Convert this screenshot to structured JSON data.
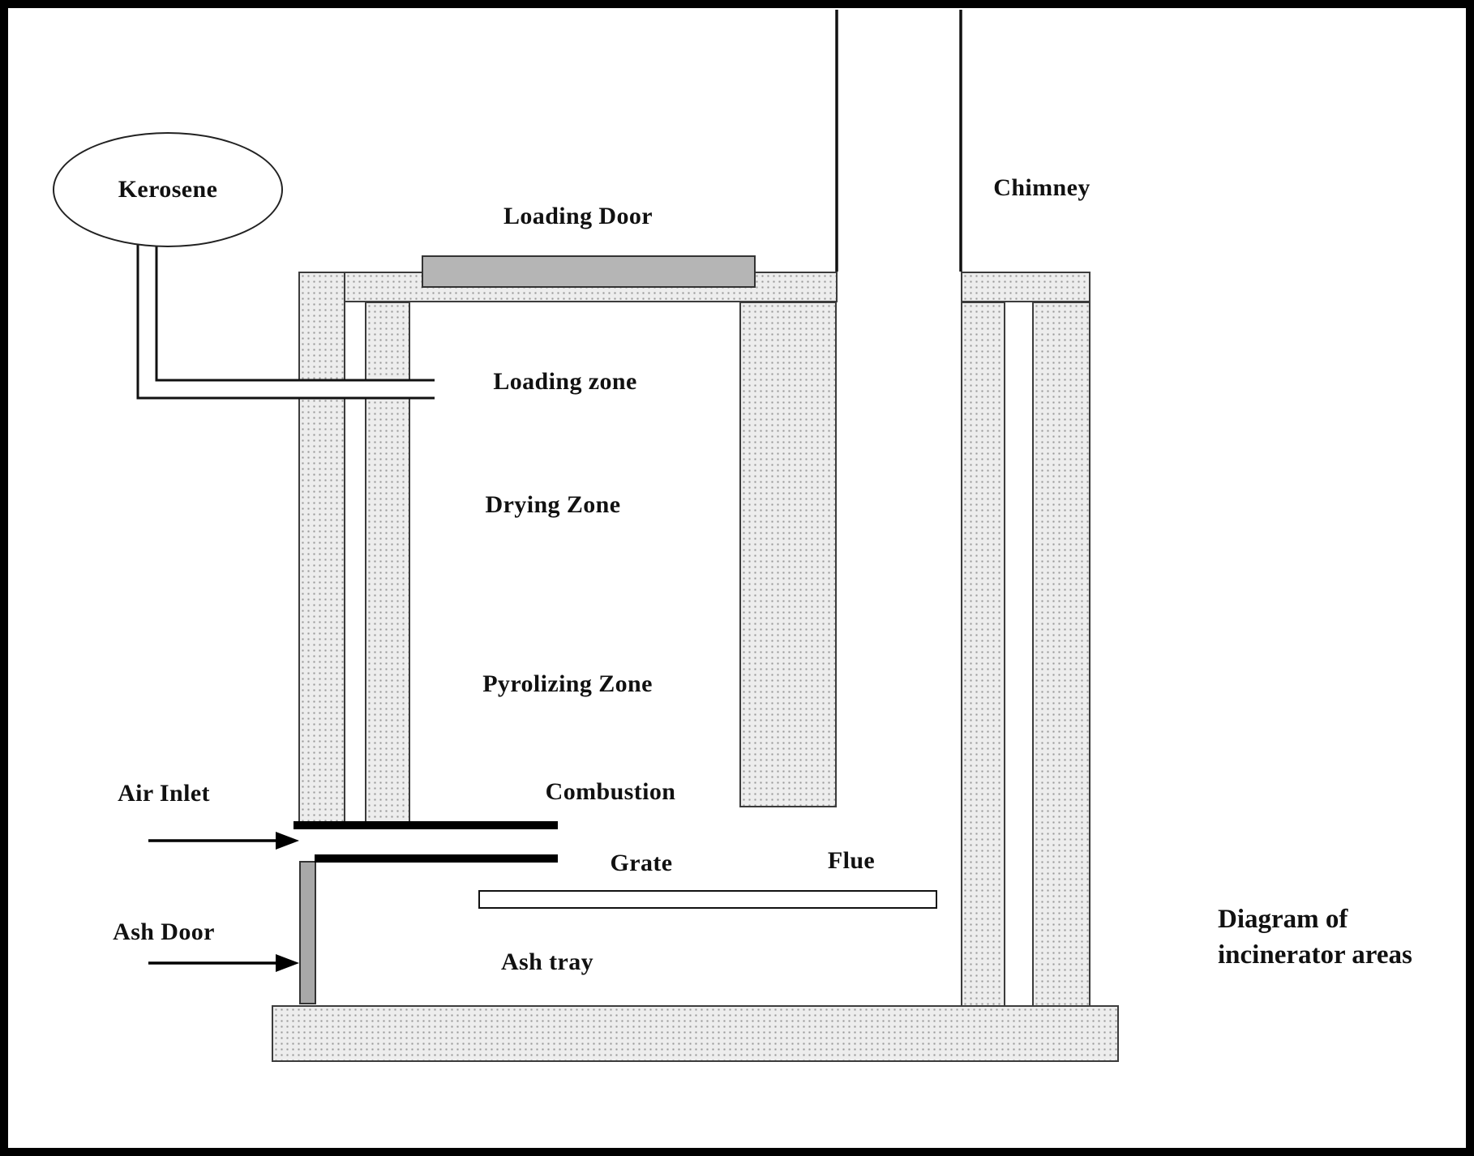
{
  "diagram": {
    "labels": {
      "kerosene": "Kerosene",
      "loading_door": "Loading Door",
      "chimney": "Chimney",
      "loading_zone": "Loading zone",
      "drying_zone": "Drying Zone",
      "pyrolizing_zone": "Pyrolizing Zone",
      "combustion": "Combustion",
      "air_inlet": "Air Inlet",
      "grate": "Grate",
      "flue": "Flue",
      "ash_door": "Ash Door",
      "ash_tray": "Ash tray"
    },
    "caption": {
      "line1": "Diagram of",
      "line2": "incinerator areas"
    },
    "colors": {
      "background": "#ffffff",
      "outline": "#111111",
      "wall_fill": "#ededed",
      "wall_dot": "#9a9a9a",
      "loading_door_fill": "#b5b5b5",
      "ash_door_fill": "#a8a8a8",
      "frame": "#000000"
    }
  }
}
